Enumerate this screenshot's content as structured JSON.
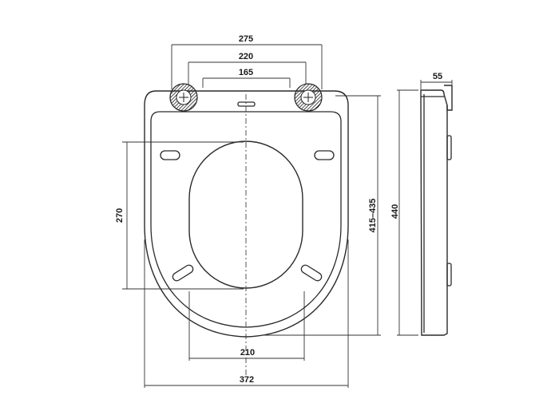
{
  "dimensions": {
    "hinge_outer": "275",
    "hinge_mid": "220",
    "hinge_inner": "165",
    "side_depth": "55",
    "opening_length": "270",
    "seat_length": "415–435",
    "overall_length": "440",
    "opening_width": "210",
    "overall_width": "372"
  },
  "icons": {
    "left_hinge": "hinge-icon",
    "right_hinge": "hinge-icon"
  },
  "colors": {
    "line": "#2a2a2a",
    "background": "#ffffff"
  }
}
